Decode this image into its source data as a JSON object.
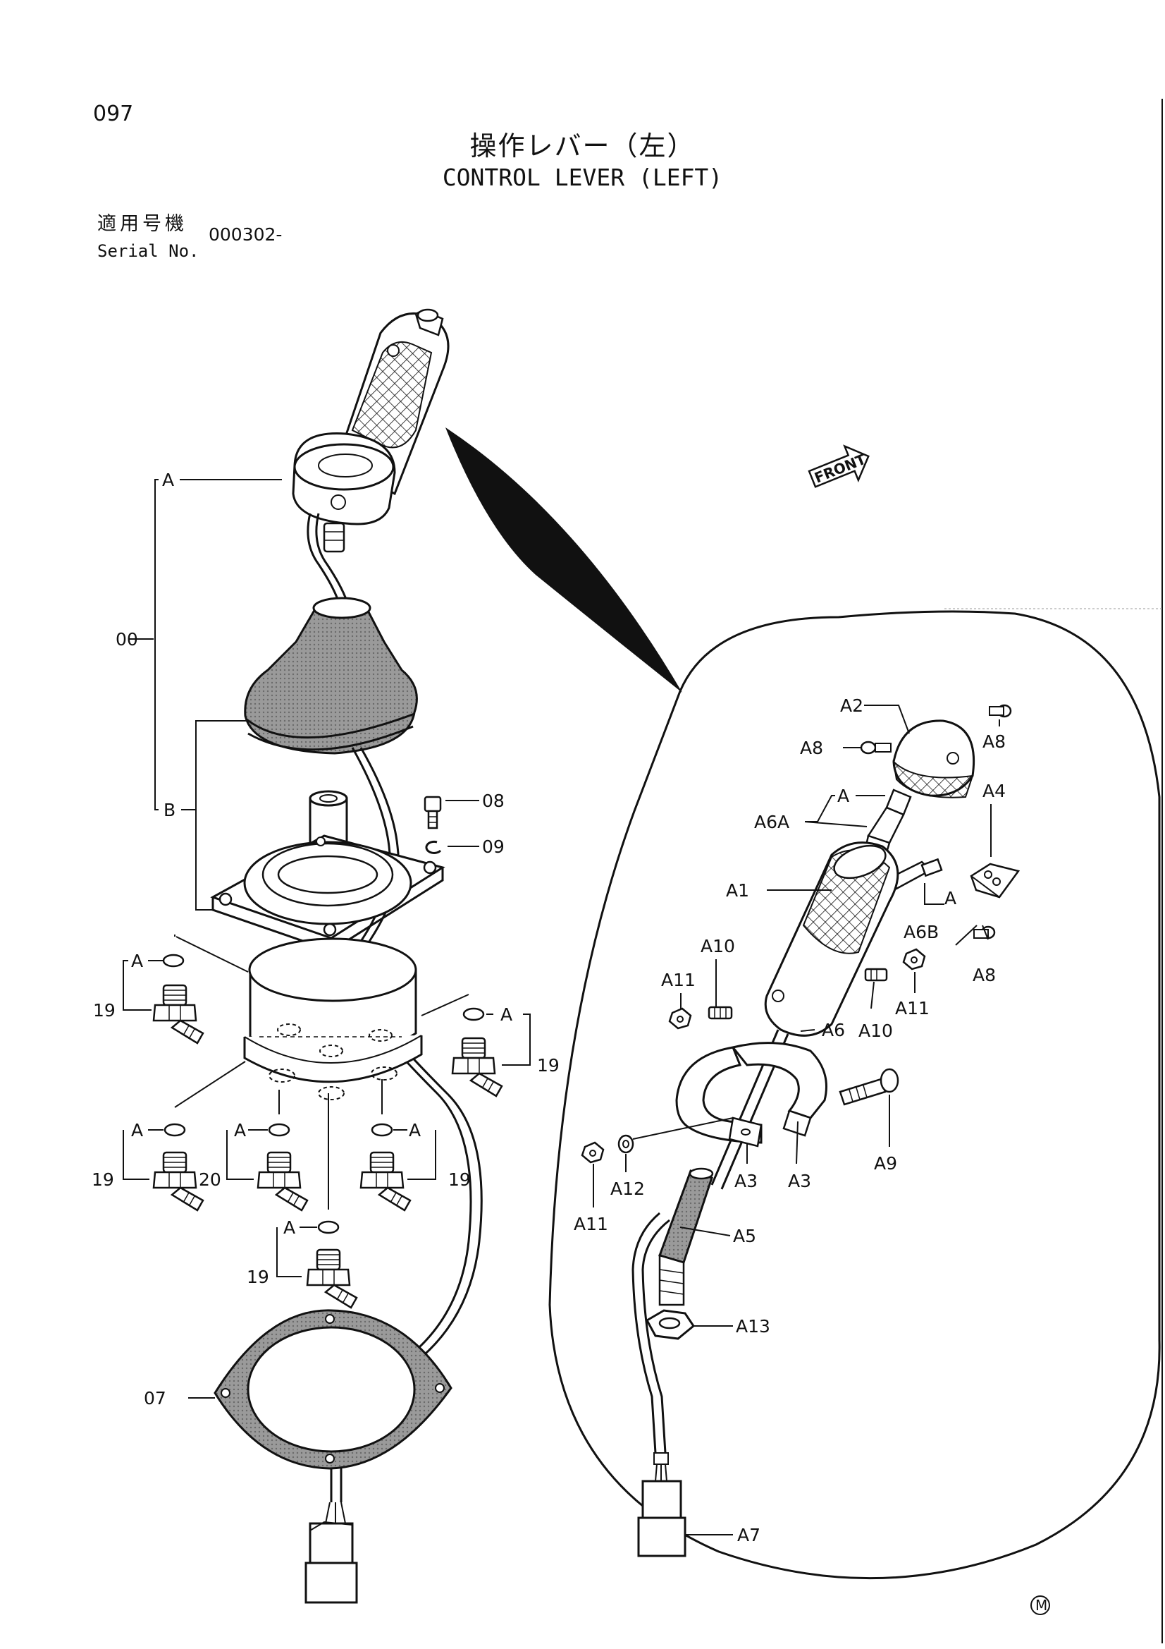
{
  "header": {
    "page_number": "097",
    "title_jp": "操作レバー（左）",
    "title_en": "CONTROL LEVER (LEFT)",
    "serial_label_jp": "適用号機",
    "serial_label_en": "Serial No.",
    "serial_number": "000302-"
  },
  "diagram": {
    "front_marker": "FRONT",
    "maker_mark": "M",
    "labels": {
      "group_main": "00",
      "sub_a": "A",
      "sub_b": "B",
      "p08": "08",
      "p09": "09",
      "p19": "19",
      "p20": "20",
      "p07": "07",
      "a1": "A1",
      "a2": "A2",
      "a3": "A3",
      "a4": "A4",
      "a5": "A5",
      "a6": "A6",
      "a6a": "A6A",
      "a6b": "A6B",
      "a7": "A7",
      "a8": "A8",
      "a9": "A9",
      "a10": "A10",
      "a11": "A11",
      "a12": "A12",
      "a13": "A13"
    }
  }
}
